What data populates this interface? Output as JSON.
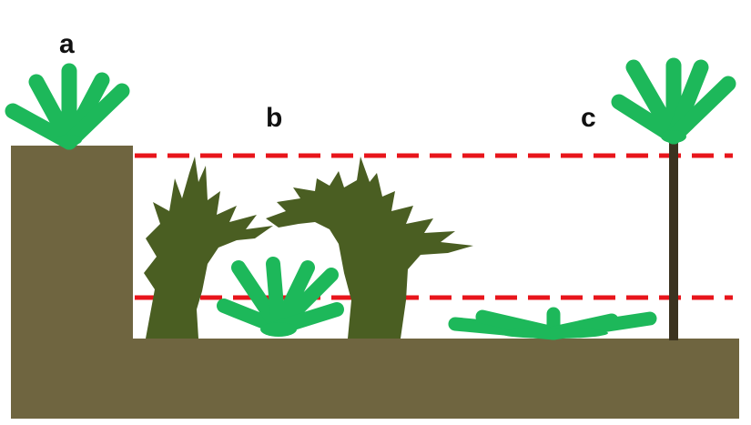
{
  "labels": {
    "a": "a",
    "b": "b",
    "c": "c"
  },
  "colors": {
    "ground": "#6f6540",
    "living_plant": "#1db85a",
    "dead_foliage": "#4a5e22",
    "trunk": "#3b3320",
    "reference_line": "#e8151b",
    "label": "#111111"
  },
  "icons": {
    "plant_a": "green-fan-plant-icon",
    "dead_tussock_left": "dead-tussock-icon",
    "dead_tussock_right": "dead-tussock-icon",
    "plant_b": "green-fan-plant-icon",
    "flattened_plant": "flattened-plant-icon",
    "plant_c": "green-fan-plant-on-stem-icon"
  }
}
